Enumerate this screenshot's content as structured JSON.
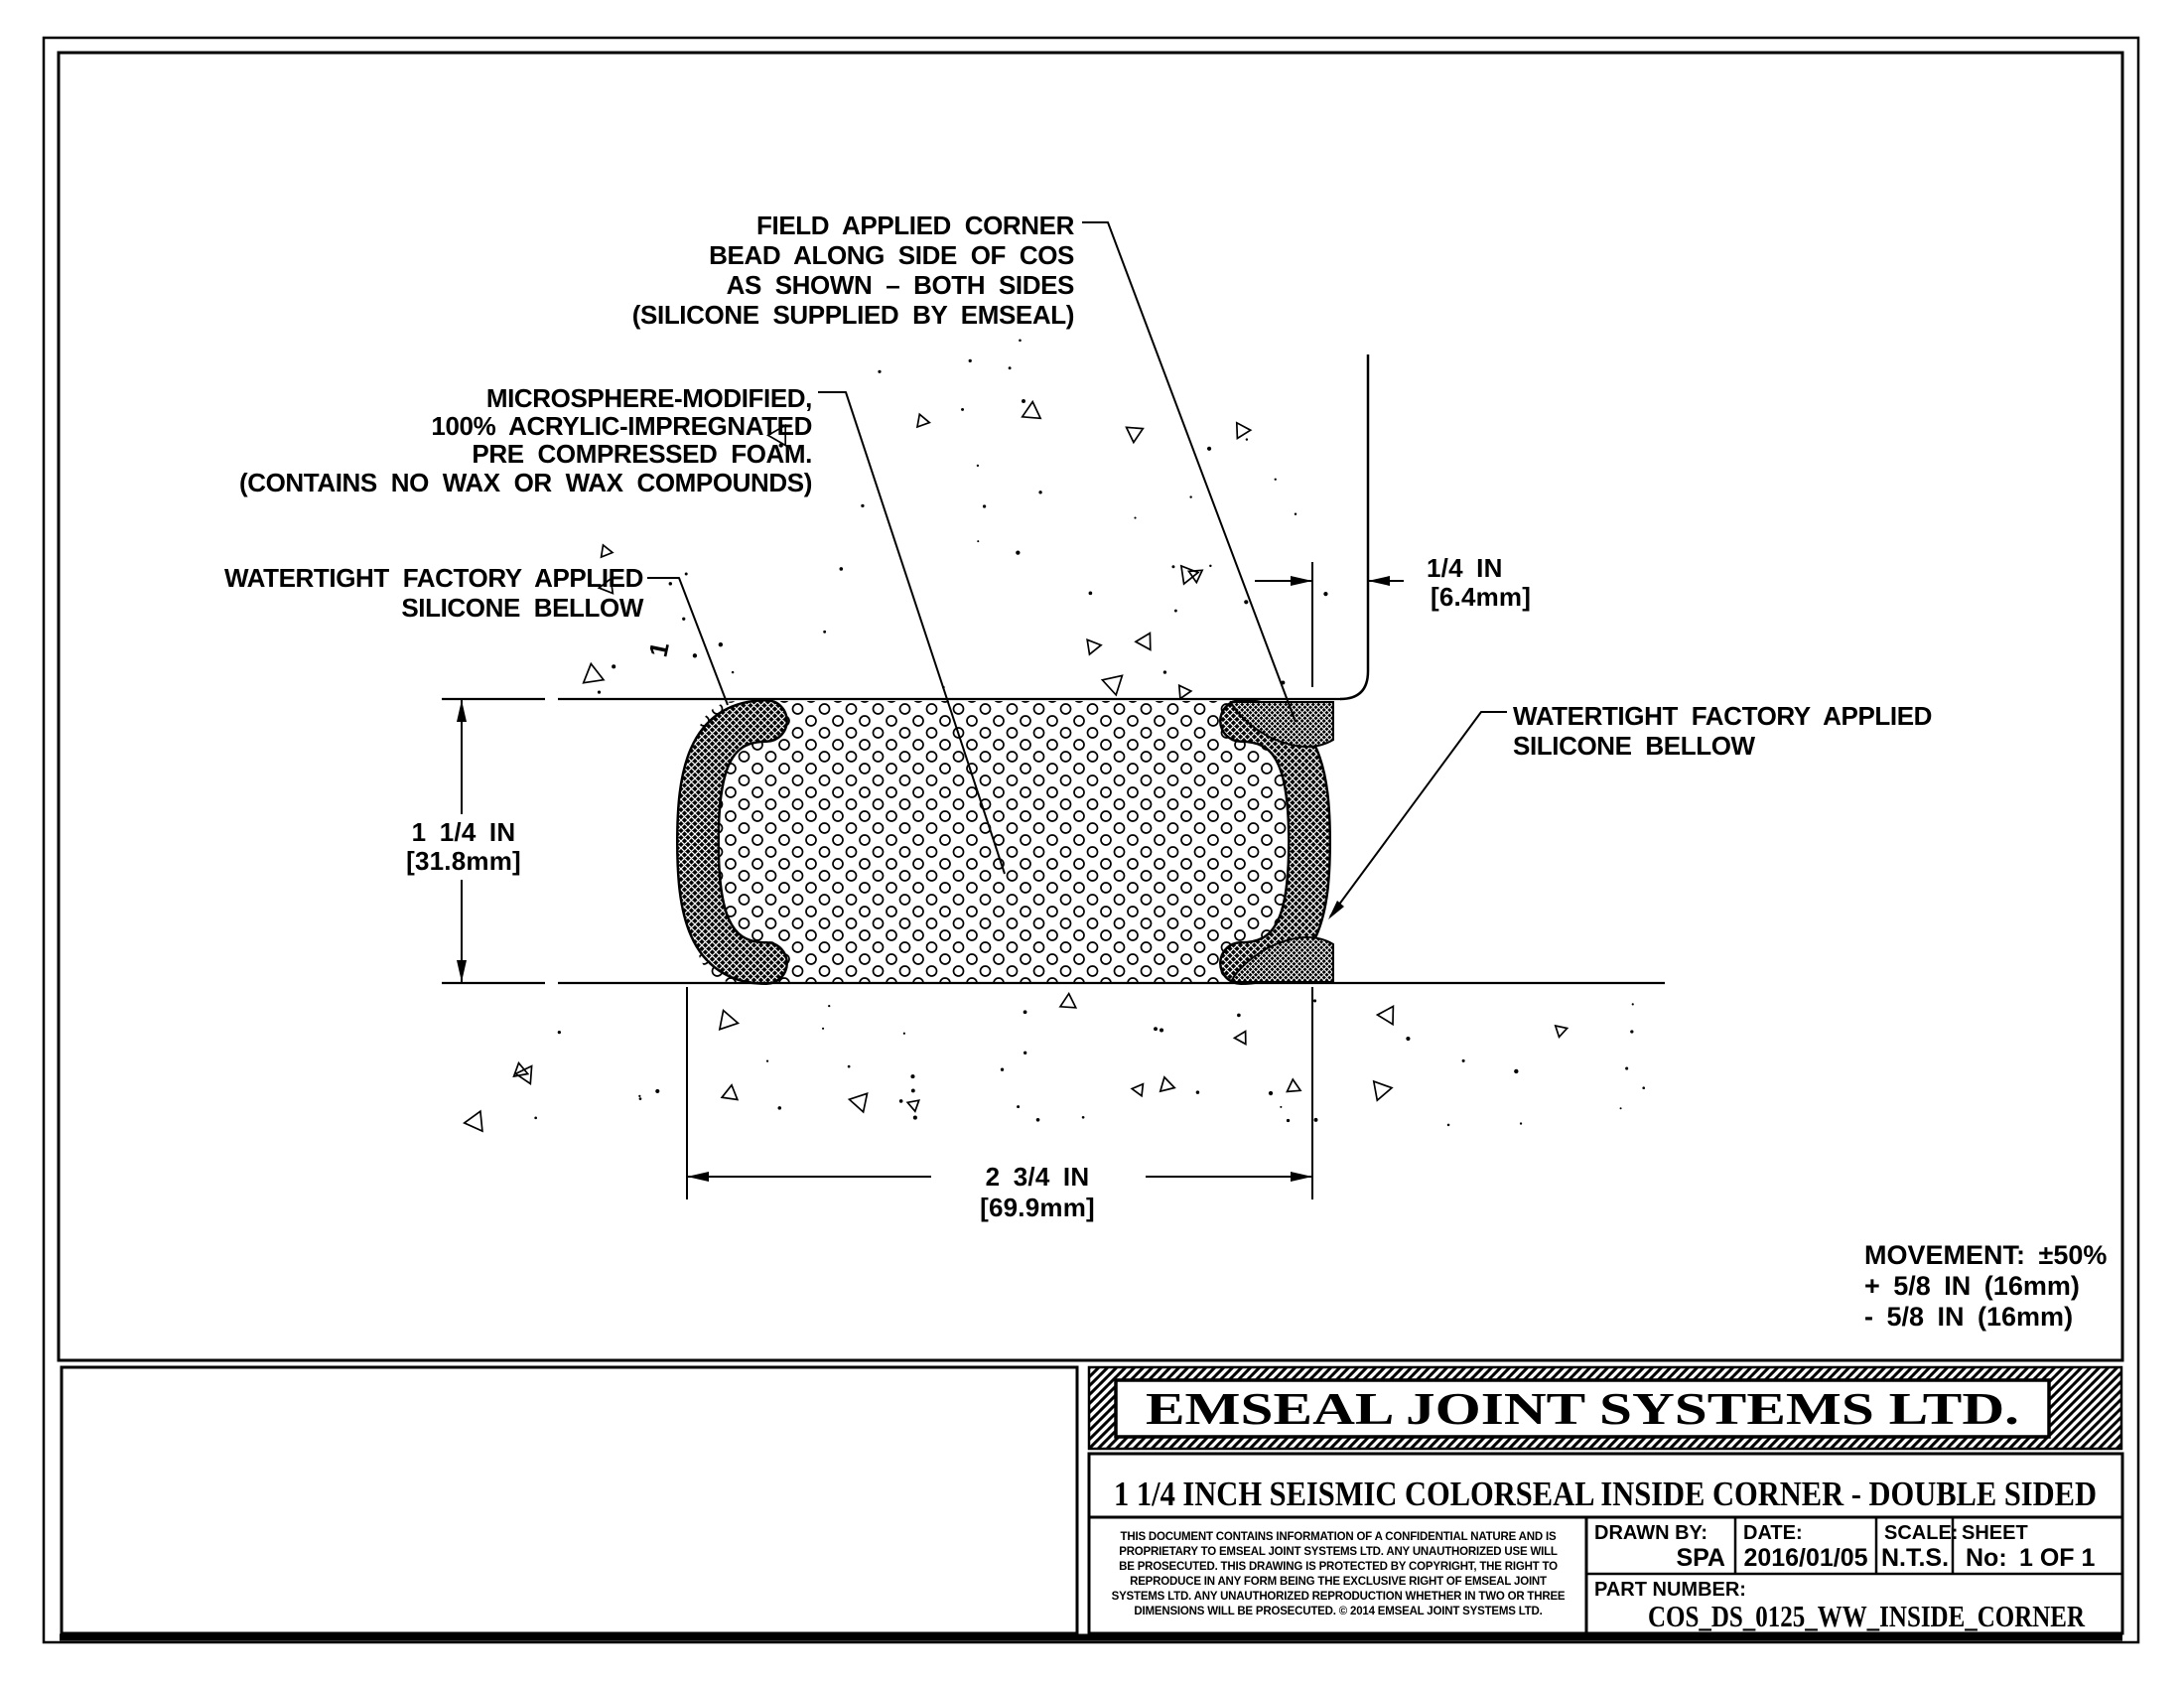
{
  "page": {
    "bg": "#ffffff",
    "ink": "#000000"
  },
  "drawing": {
    "labels": {
      "field_bead": [
        "FIELD APPLIED CORNER",
        "BEAD ALONG SIDE OF COS",
        "AS SHOWN – BOTH SIDES",
        "(SILICONE SUPPLIED BY EMSEAL)"
      ],
      "foam": [
        "MICROSPHERE-MODIFIED,",
        "100% ACRYLIC-IMPREGNATED",
        "PRE COMPRESSED FOAM.",
        "(CONTAINS NO WAX OR WAX COMPOUNDS)"
      ],
      "bellow_left": [
        "WATERTIGHT FACTORY APPLIED",
        "SILICONE BELLOW"
      ],
      "bellow_right": [
        "WATERTIGHT FACTORY APPLIED",
        "SILICONE BELLOW"
      ],
      "stray_mark": "1"
    },
    "dims": {
      "setback_in": "1/4 IN",
      "setback_mm": "[6.4mm]",
      "height_in": "1 1/4 IN",
      "height_mm": "[31.8mm]",
      "width_in": "2 3/4 IN",
      "width_mm": "[69.9mm]"
    },
    "movement": [
      "MOVEMENT: ±50%",
      "+ 5/8 IN (16mm)",
      "- 5/8 IN (16mm)"
    ]
  },
  "title_block": {
    "company": "EMSEAL JOINT SYSTEMS LTD.",
    "drawing_title": "1 1/4 INCH SEISMIC COLORSEAL INSIDE CORNER - DOUBLE SIDED",
    "disclaimer": [
      "THIS DOCUMENT CONTAINS INFORMATION OF A CONFIDENTIAL NATURE AND IS",
      "PROPRIETARY TO EMSEAL JOINT SYSTEMS LTD. ANY UNAUTHORIZED USE WILL",
      "BE PROSECUTED. THIS DRAWING IS PROTECTED BY COPYRIGHT, THE RIGHT TO",
      "REPRODUCE IN ANY FORM BEING THE EXCLUSIVE RIGHT OF EMSEAL JOINT",
      "SYSTEMS LTD. ANY UNAUTHORIZED REPRODUCTION WHETHER IN TWO OR THREE",
      "DIMENSIONS WILL BE PROSECUTED. © 2014 EMSEAL JOINT SYSTEMS LTD."
    ],
    "drawn_by_label": "DRAWN BY:",
    "drawn_by": "SPA",
    "date_label": "DATE:",
    "date": "2016/01/05",
    "scale_label": "SCALE:",
    "scale": "N.T.S.",
    "sheet_label": "SHEET",
    "sheet_no_label": "No:",
    "sheet_value": "1 OF 1",
    "part_number_label": "PART NUMBER:",
    "part_number": "COS_DS_0125_WW_INSIDE_CORNER"
  }
}
